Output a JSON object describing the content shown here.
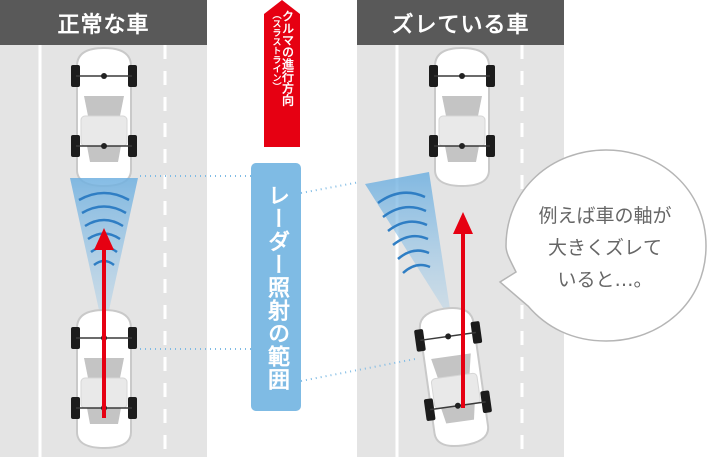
{
  "left_panel": {
    "title": "正常な車"
  },
  "right_panel": {
    "title": "ズレている車"
  },
  "direction_label": {
    "main": "クルマの進行方向",
    "sub": "（スラストライン）"
  },
  "radar_label": "レーダー照射の範囲",
  "speech_bubble": {
    "lines": [
      "例えば車の軸が",
      "大きくズレて",
      "いると…。"
    ]
  },
  "colors": {
    "road": "#e4e4e4",
    "header": "#595959",
    "direction_red": "#e60012",
    "radar_blue": "#7fbbe4",
    "bubble_text": "#666666"
  }
}
